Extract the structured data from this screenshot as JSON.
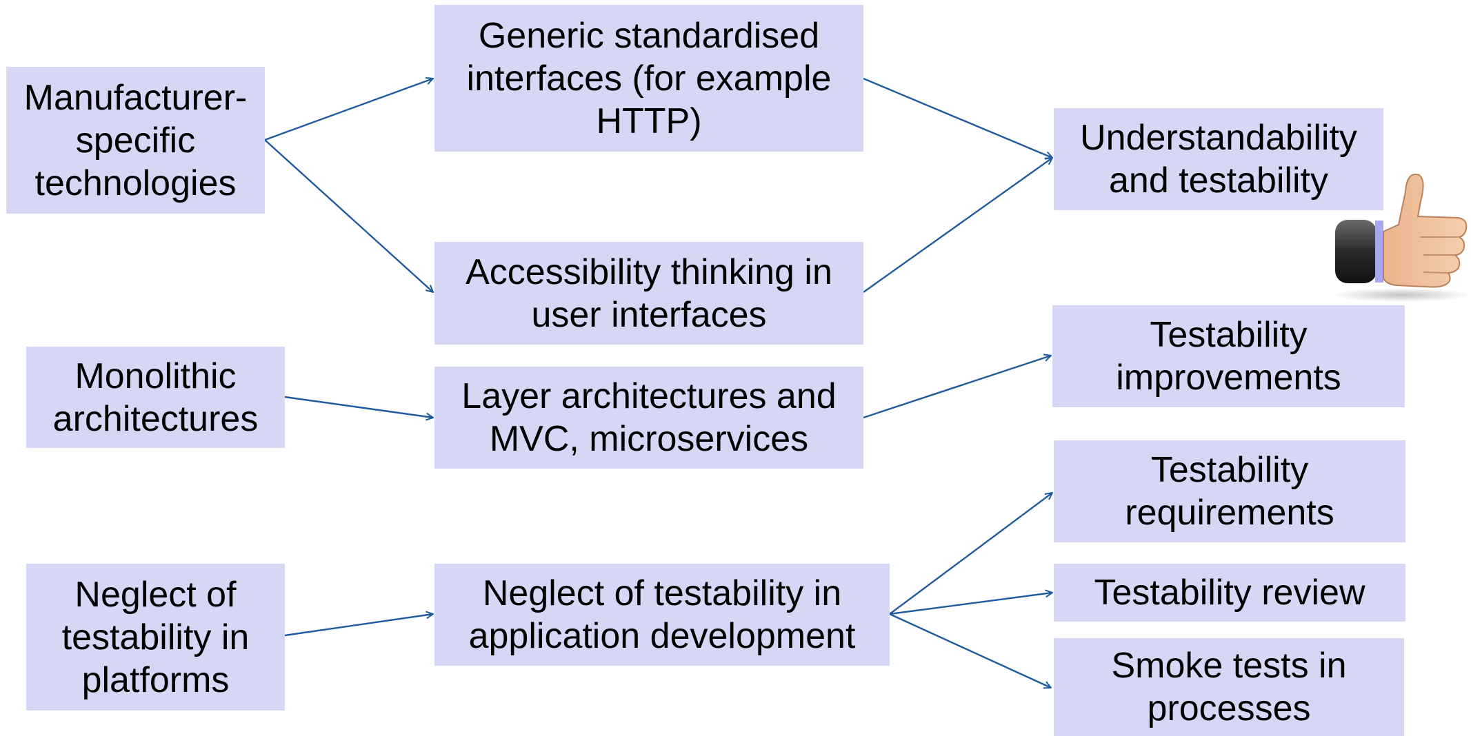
{
  "boxes": {
    "manufacturer": "Manufacturer-\nspecific\ntechnologies",
    "generic": "Generic standardised\ninterfaces (for example\nHTTP)",
    "accessibility": "Accessibility thinking in\nuser interfaces",
    "understandability": "Understandability\nand testability",
    "monolithic": "Monolithic\narchitectures",
    "layer": "Layer architectures and\nMVC, microservices",
    "improvements": "Testability\nimprovements",
    "neglect_platforms": "Neglect of\ntestability in\nplatforms",
    "neglect_app": "Neglect of testability in\napplication development",
    "requirements": "Testability\nrequirements",
    "review": "Testability review",
    "smoke": "Smoke tests in\nprocesses"
  },
  "icons": {
    "approval": "thumbs-up-icon"
  },
  "colors": {
    "box_fill": "#d6d7f4",
    "arrow": "#1f5a9e"
  }
}
